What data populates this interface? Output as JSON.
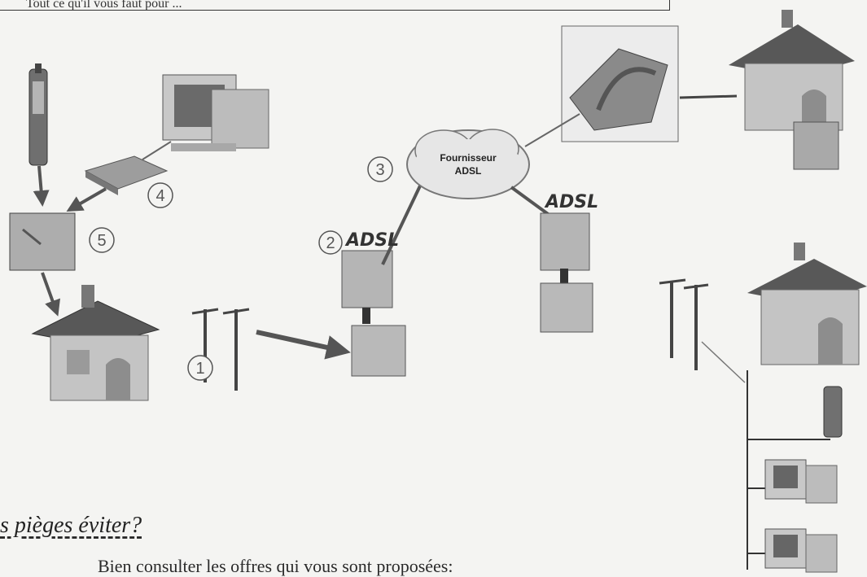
{
  "header": {
    "text": "Tout ce qu'il vous faut pour ... "
  },
  "callouts": {
    "n1": "1",
    "n2": "2",
    "n3": "3",
    "n4": "4",
    "n5": "5"
  },
  "labels": {
    "adsl_left": "ADSL",
    "adsl_right": "ADSL",
    "cloud_line1": "Fournisseur",
    "cloud_line2": "ADSL"
  },
  "section": {
    "heading": "s pièges éviter?",
    "paragraph": "Bien consulter les offres qui vous sont proposées:"
  }
}
